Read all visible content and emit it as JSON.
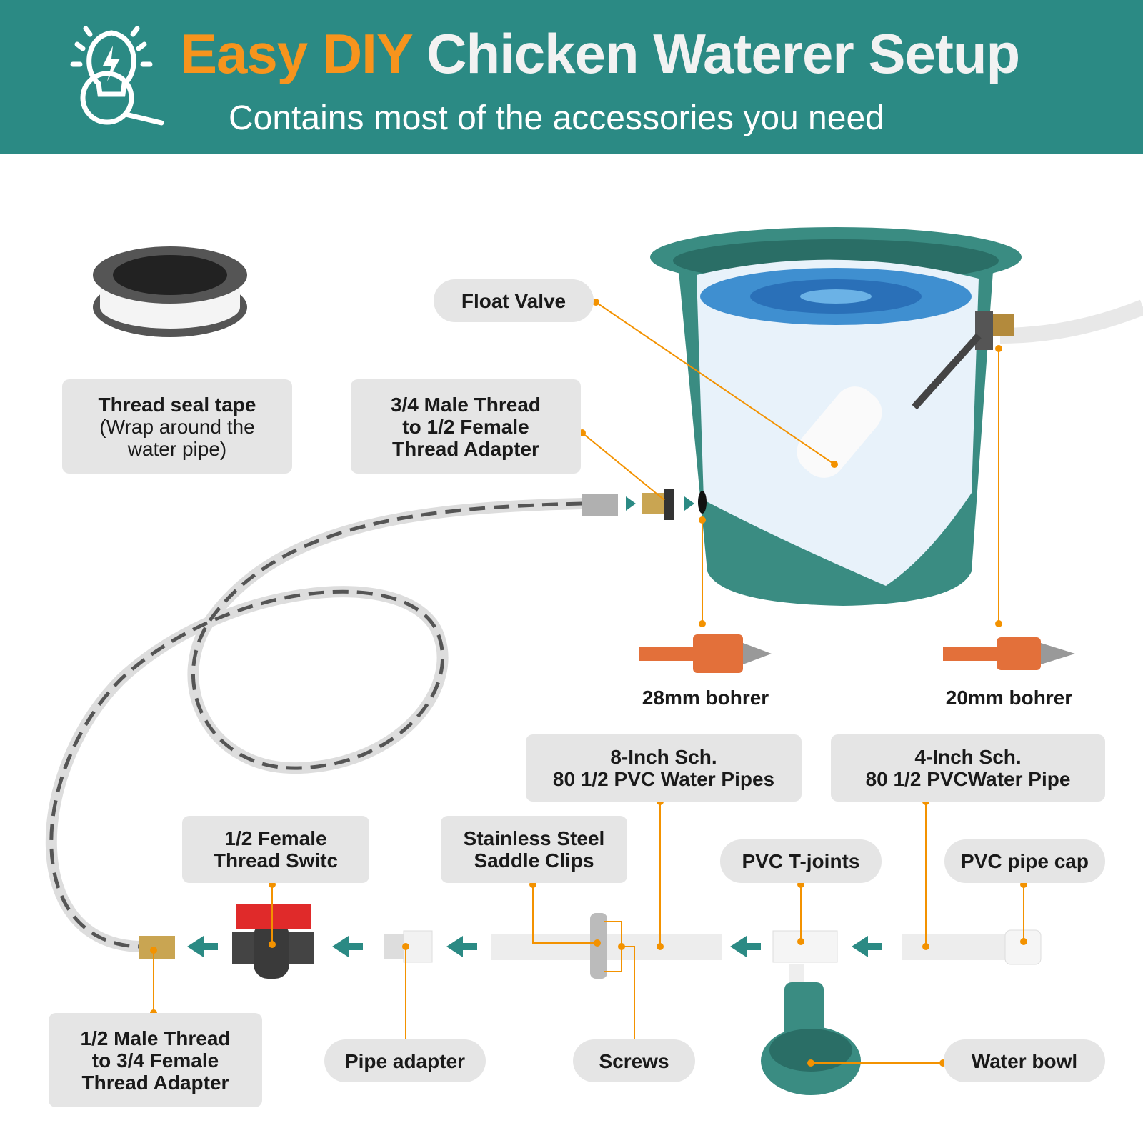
{
  "header": {
    "title_easy": "Easy",
    "title_diy": "DIY",
    "title_rest": "Chicken Waterer Setup",
    "subtitle": "Contains most of the accessories you need",
    "icon": "lightbulb-search-icon"
  },
  "colors": {
    "header_bg": "#2b8a84",
    "accent": "#f7941d",
    "leader": "#f39200",
    "label_bg": "#e5e5e5",
    "bucket": "#3a8c82"
  },
  "labels": {
    "float_valve": "Float Valve",
    "thread_tape_title": "Thread seal tape",
    "thread_tape_note": "(Wrap around the water pipe)",
    "male_adapter_34": [
      "3/4 Male Thread",
      "to 1/2 Female",
      "Thread Adapter"
    ],
    "bit_28": "28mm bohrer",
    "bit_20": "20mm bohrer",
    "pipes_8": [
      "8-Inch Sch.",
      "80 1/2 PVC Water Pipes"
    ],
    "pipe_4": [
      "4-Inch Sch.",
      "80 1/2 PVCWater Pipe"
    ],
    "switch": [
      "1/2 Female",
      "Thread Switc"
    ],
    "saddle": [
      "Stainless Steel",
      "Saddle Clips"
    ],
    "tjoint": "PVC T-joints",
    "cap": "PVC pipe cap",
    "male_adapter_12": [
      "1/2 Male Thread",
      "to 3/4 Female",
      "Thread Adapter"
    ],
    "pipe_adapter": "Pipe adapter",
    "screws": "Screws",
    "water_bowl": "Water bowl"
  }
}
